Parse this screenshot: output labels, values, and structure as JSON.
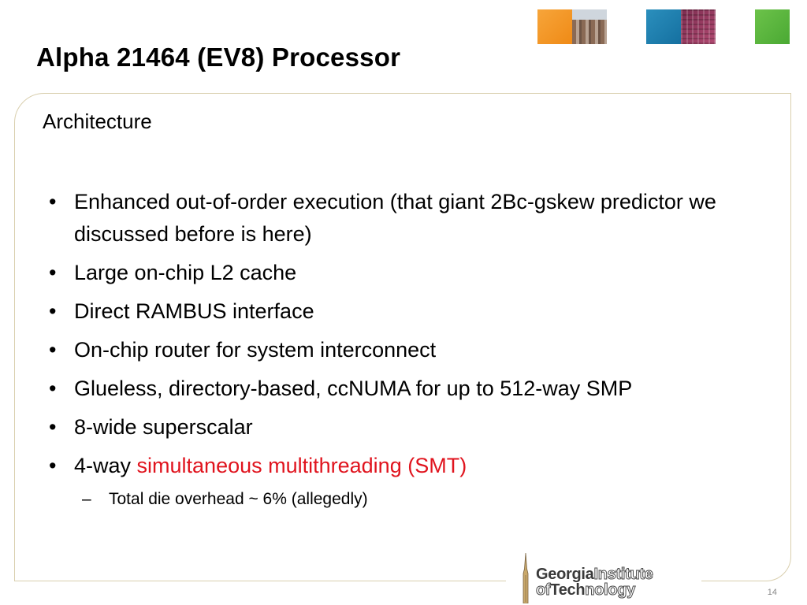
{
  "slide": {
    "title": "Alpha 21464 (EV8) Processor",
    "subtitle": "Architecture",
    "bullets": [
      {
        "text": "Enhanced out-of-order execution (that giant 2Bc-gskew predictor we discussed before is here)",
        "highlight": ""
      },
      {
        "text": "Large on-chip L2 cache",
        "highlight": ""
      },
      {
        "text": "Direct RAMBUS interface",
        "highlight": ""
      },
      {
        "text": "On-chip router for system interconnect",
        "highlight": ""
      },
      {
        "text": "Glueless, directory-based, ccNUMA for up to 512-way SMP",
        "highlight": ""
      },
      {
        "text": "8-wide superscalar",
        "highlight": ""
      },
      {
        "text": "4-way ",
        "highlight": "simultaneous multithreading (SMT)"
      }
    ],
    "bullet_marker": "•",
    "sub_bullet": {
      "marker": "–",
      "text": "Total die overhead ~ 6% (allegedly)"
    },
    "page_number": "14"
  },
  "logo": {
    "line1_bold": "Georgia",
    "line1_outline": "Institute",
    "line2_outline": "of",
    "line2_bold": "Tech",
    "line2_outline2": "nology"
  },
  "header_images": [
    "orange-tile",
    "campus-photo-tile",
    "blue-tile",
    "circuit-photo-tile",
    "green-tile"
  ],
  "colors": {
    "highlight_red": "#e0141e",
    "panel_border": "#d9cfae",
    "tile_orange": "#ef8a16",
    "tile_blue": "#1570a0",
    "tile_green": "#4aa933"
  }
}
